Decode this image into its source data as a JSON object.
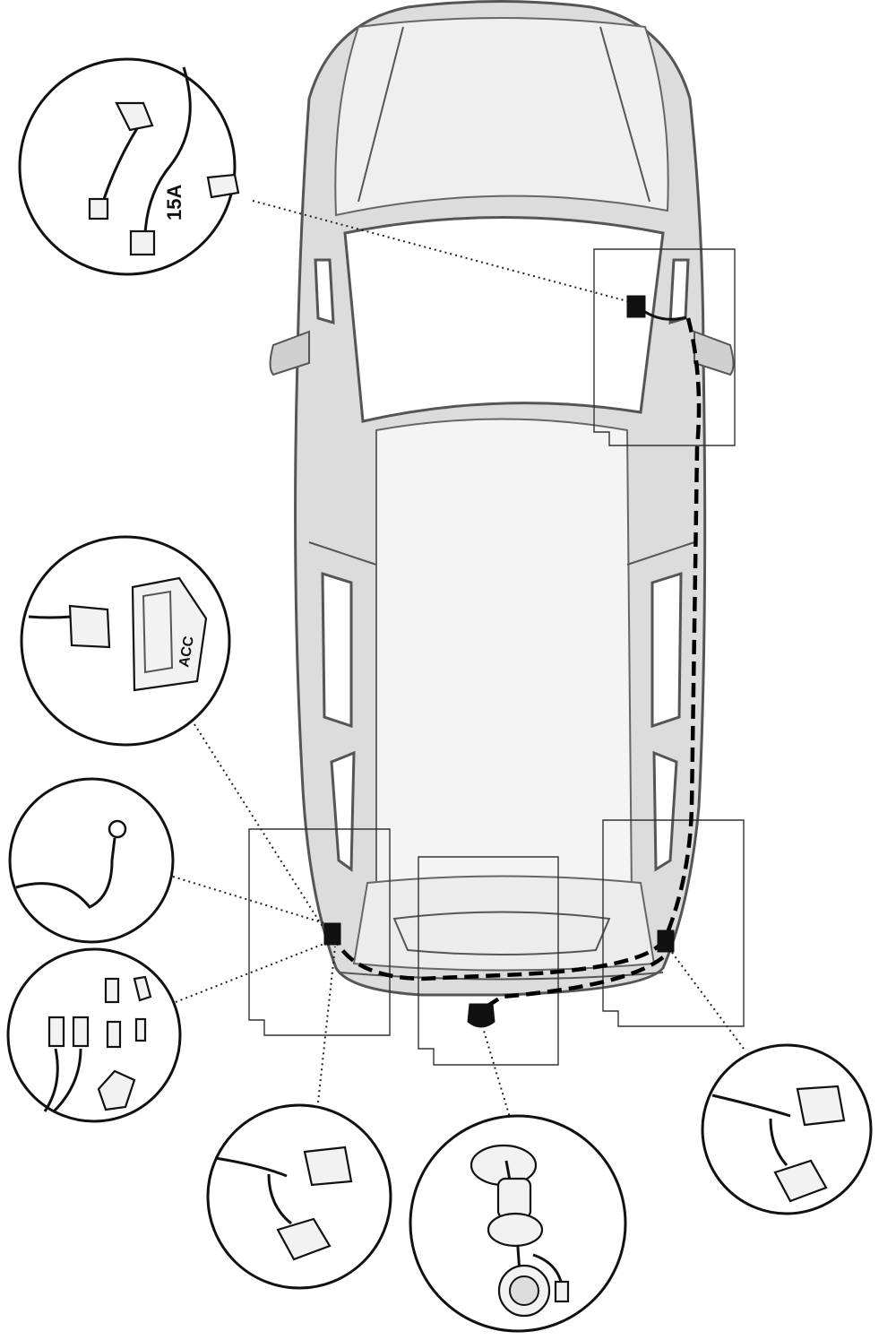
{
  "fuse": {
    "rating": "15A"
  },
  "module": {
    "brand": "ACC"
  },
  "colors": {
    "harness": "#000000",
    "car_body": "#dcdcdc",
    "outline": "#555555",
    "callout_border": "#111111"
  },
  "callouts": [
    {
      "id": "fuse-tap",
      "icon": "fuse-tap-icon"
    },
    {
      "id": "control-module",
      "icon": "control-module-icon"
    },
    {
      "id": "ground-eyelet",
      "icon": "ring-terminal-icon"
    },
    {
      "id": "spare-connectors",
      "icon": "connector-kit-icon"
    },
    {
      "id": "left-light-plug",
      "icon": "plug-connector-icon"
    },
    {
      "id": "tow-socket",
      "icon": "tow-socket-icon"
    },
    {
      "id": "right-light-plug",
      "icon": "plug-connector-icon"
    }
  ]
}
